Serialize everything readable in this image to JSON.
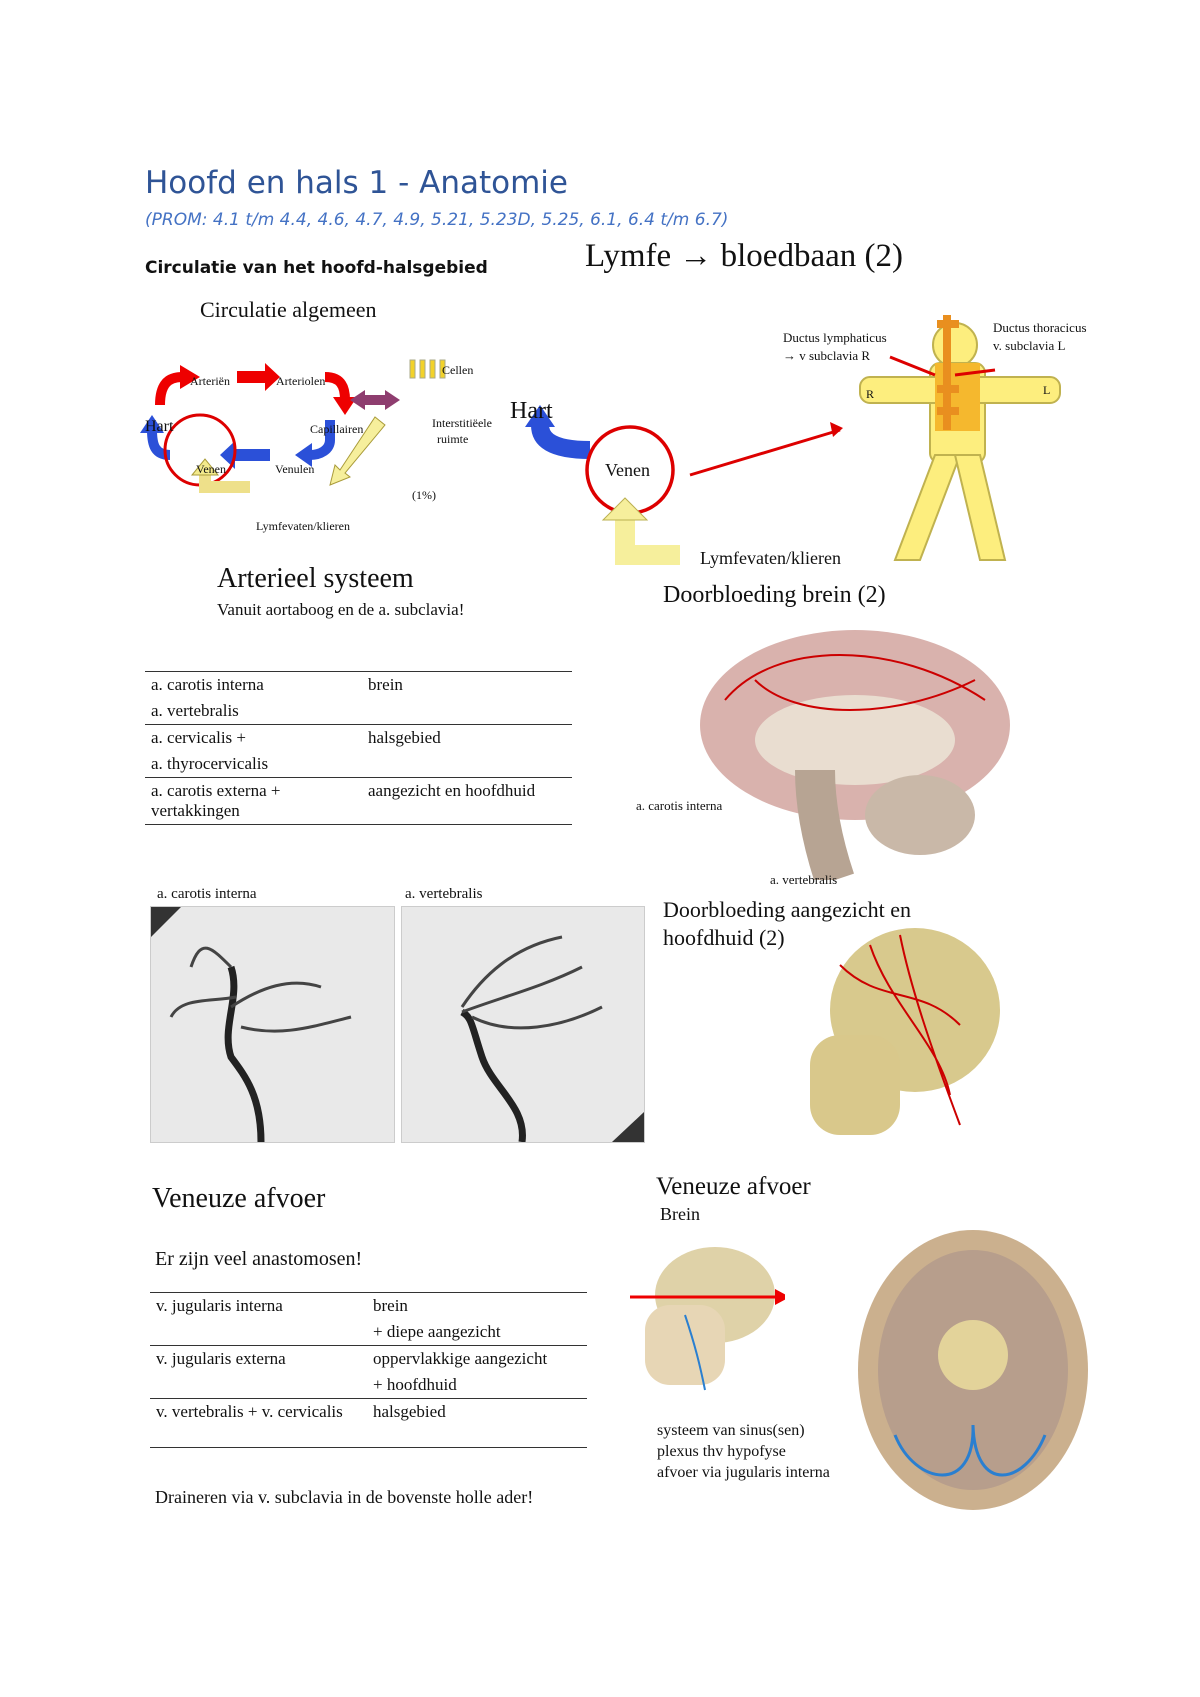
{
  "header": {
    "title": "Hoofd en hals 1 - Anatomie",
    "subtitle": "(PROM: 4.1 t/m 4.4, 4.6, 4.7, 4.9, 5.21, 5.23D, 5.25, 6.1, 6.4 t/m 6.7)",
    "section": "Circulatie van het hoofd-halsgebied"
  },
  "circulatie": {
    "title": "Circulatie algemeen",
    "labels": {
      "arterien": "Arteriën",
      "arteriolen": "Arteriolen",
      "hart": "Hart",
      "capillairen": "Capillairen",
      "venen": "Venen",
      "venulen": "Venulen",
      "cellen": "Cellen",
      "interstitieel": "Interstitiëele",
      "ruimte": "ruimte",
      "procent": "(1%)",
      "lymfe": "Lymfevaten/klieren"
    }
  },
  "lymfe": {
    "title": "Lymfe → bloedbaan (2)",
    "hart": "Hart",
    "venen": "Venen",
    "lymfe": "Lymfevaten/klieren",
    "ductus_l1": "Ductus lymphaticus",
    "ductus_l2": "→ v subclavia R",
    "ductus_r1": "Ductus thoracicus",
    "ductus_r2": "v. subclavia L",
    "R": "R",
    "L": "L"
  },
  "arterieel": {
    "title": "Arterieel systeem",
    "sub": "Vanuit aortaboog en de a. subclavia!",
    "rows": [
      {
        "a": "a. carotis interna",
        "b": "brein"
      },
      {
        "a": "a. vertebralis",
        "b": ""
      },
      {
        "a": "a. cervicalis +",
        "b": "halsgebied"
      },
      {
        "a": "a. thyrocervicalis",
        "b": ""
      },
      {
        "a": "a. carotis externa + vertakkingen",
        "b": "aangezicht en hoofdhuid"
      }
    ],
    "angio_left": "a. carotis interna",
    "angio_right": "a. vertebralis"
  },
  "brein": {
    "title": "Doorbloeding brein (2)",
    "label1": "a. carotis interna",
    "label2": "a. vertebralis"
  },
  "aangezicht": {
    "title1": "Doorbloeding aangezicht en",
    "title2": "hoofdhuid (2)"
  },
  "veneus": {
    "title": "Veneuze afvoer",
    "sub": "Er zijn veel anastomosen!",
    "rows": [
      {
        "a": "v. jugularis interna",
        "b": "brein"
      },
      {
        "a": "",
        "b": "+ diepe aangezicht"
      },
      {
        "a": "v. jugularis externa",
        "b": "oppervlakkige aangezicht"
      },
      {
        "a": "",
        "b": "+ hoofdhuid"
      },
      {
        "a": "v. vertebralis + v. cervicalis",
        "b": "halsgebied"
      }
    ],
    "footer": "Draineren via v. subclavia in de bovenste holle ader!"
  },
  "veneus_brein": {
    "title": "Veneuze afvoer",
    "sub": "Brein",
    "l1": "systeem van sinus(sen)",
    "l2": "plexus thv hypofyse",
    "l3": "afvoer via jugularis interna"
  }
}
